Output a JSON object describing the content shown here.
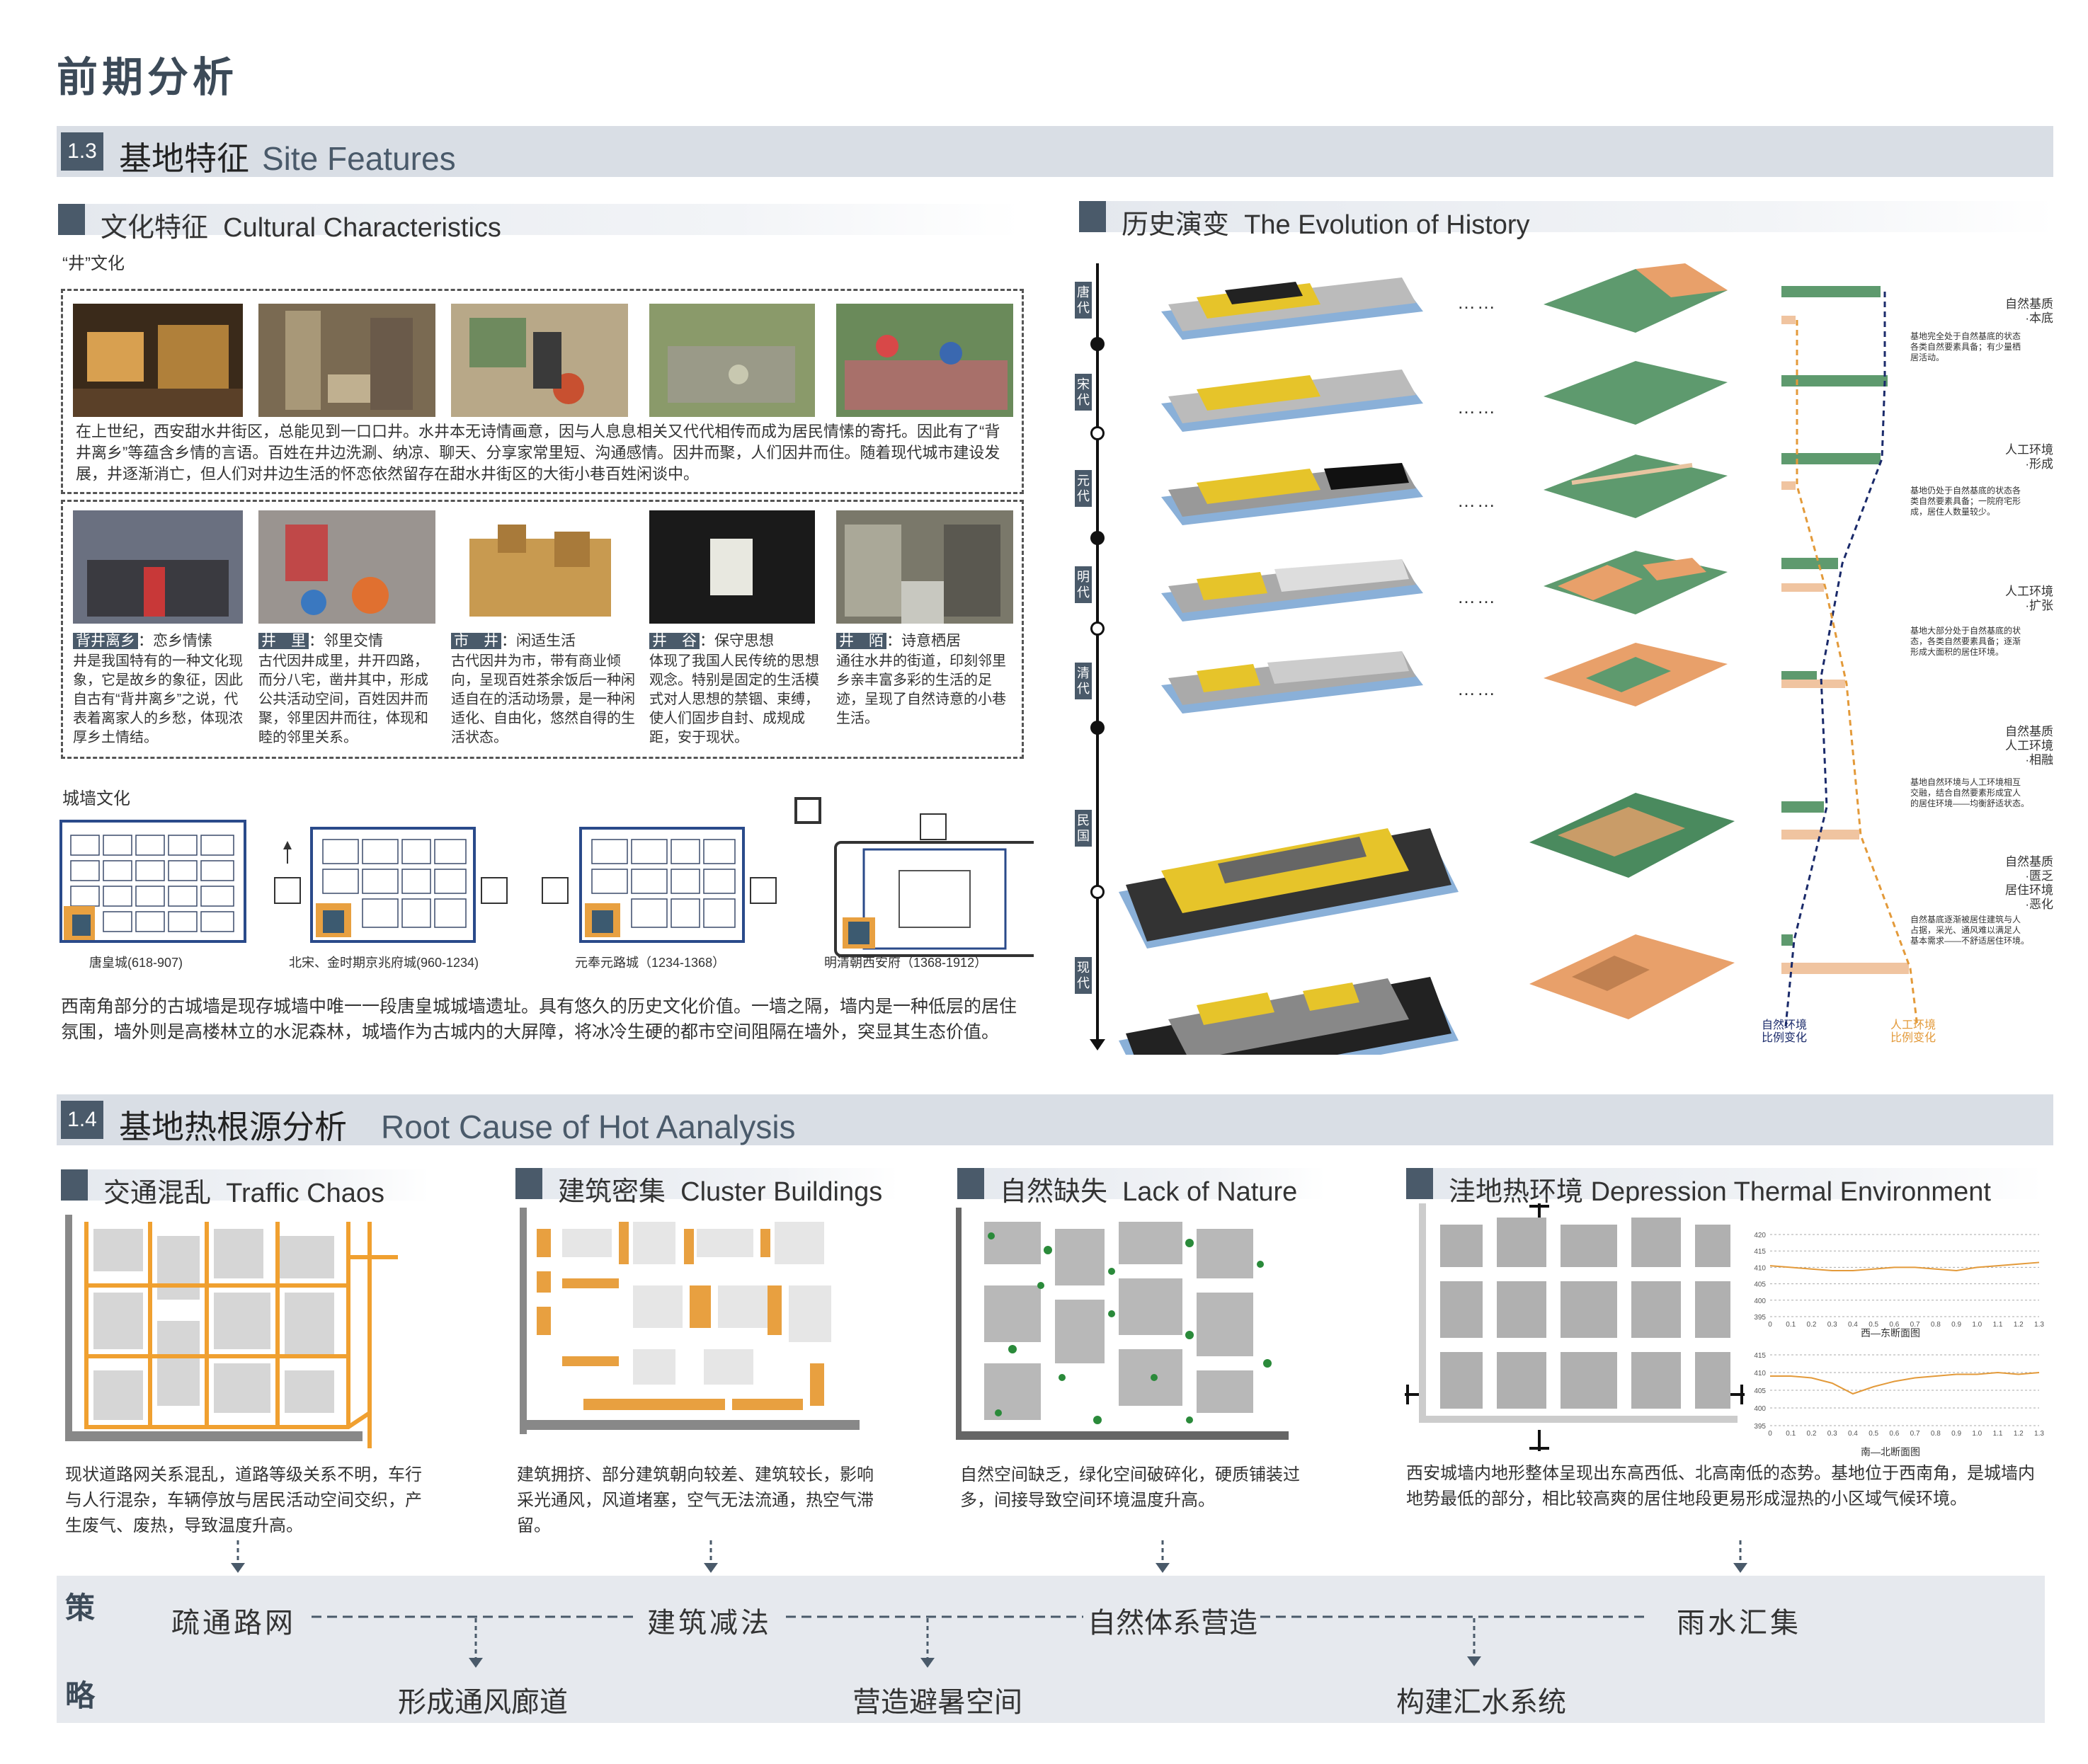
{
  "page_title": "前期分析",
  "section13": {
    "num": "1.3",
    "title": "基地特征",
    "title_en": "Site Features"
  },
  "cultural": {
    "title": "文化特征",
    "title_en": "Cultural Characteristics",
    "well_label": "“井”文化",
    "para1": "在上世纪，西安甜水井街区，总能见到一口口井。水井本无诗情画意，因与人息息相关又代代相传而成为居民情愫的寄托。因此有了“背井离乡”等蕴含乡情的言语。百姓在井边洗涮、纳凉、聊天、分享家常里短、沟通感情。因井而聚，人们因井而住。随着现代城市建设发展，井逐渐消亡，但人们对井边生活的怀恋依然留存在甜水井街区的大街小巷百姓闲谈中。",
    "cards": [
      {
        "head": "背井离乡",
        "sub": "恋乡情愫",
        "text": "井是我国特有的一种文化现象，它是故乡的象征，因此自古有“背井离乡”之说，代表着离家人的乡愁，体现浓厚乡土情结。"
      },
      {
        "head": "井　里",
        "sub": "邻里交情",
        "text": "古代因井成里，井开四路，而分八宅，凿井其中，形成公共活动空间，百姓因井而聚，邻里因井而往，体现和睦的邻里关系。"
      },
      {
        "head": "市　井",
        "sub": "闲适生活",
        "text": "古代因井为市，带有商业倾向，呈现百姓茶余饭后一种闲适自在的活动场景，是一种闲适化、自由化，悠然自得的生活状态。"
      },
      {
        "head": "井　谷",
        "sub": "保守思想",
        "text": "体现了我国人民传统的思想观念。特别是固定的生活模式对人思想的禁锢、束缚，使人们固步自封、成规成距，安于现状。"
      },
      {
        "head": "井　陌",
        "sub": "诗意栖居",
        "text": "通往水井的街道，印刻邻里乡亲丰富多彩的生活的足迹，呈现了自然诗意的小巷生活。"
      }
    ],
    "wall_label": "城墙文化",
    "walls": [
      {
        "caption": "唐皇城(618-907)"
      },
      {
        "caption": "北宋、金时期京兆府城(960-1234)"
      },
      {
        "caption": "元奉元路城（1234-1368）"
      },
      {
        "caption": "明清朝西安府（1368-1912）"
      }
    ],
    "wall_para": "西南角部分的古城墙是现存城墙中唯一一段唐皇城城墙遗址。具有悠久的历史文化价值。一墙之隔，墙内是一种低层的居住氛围，墙外则是高楼林立的水泥森林，城墙作为古城内的大屏障，将冰冷生硬的都市空间阻隔在墙外，突显其生态价值。"
  },
  "history": {
    "title": "历史演变",
    "title_en": "The Evolution of History",
    "eras": [
      "唐代",
      "宋代",
      "元代",
      "明代",
      "清代",
      "民国",
      "现代"
    ],
    "dots": "……",
    "annotations": [
      {
        "head": "自然基质\n·本底",
        "text": "基地完全处于自然基底的状态\n各类自然要素具备；有少量栖\n居活动。"
      },
      {
        "head": "人工环境\n·形成",
        "text": "基地仍处于自然基底的状态各\n类自然要素具备；一院府宅形\n成，居住人数量较少。"
      },
      {
        "head": "人工环境\n·扩张",
        "text": "基地大部分处于自然基底的状\n态，各类自然要素具备；逐渐\n形成大面积的居住环境。"
      },
      {
        "head": "自然基质\n人工环境\n·相融",
        "text": "基地自然环境与人工环境相互\n交融，结合自然要素形成宜人\n的居住环境——均衡舒适状态。"
      },
      {
        "head": "自然基质\n·匮乏\n居住环境\n·恶化",
        "text": "自然基底逐渐被居住建筑与人\n占据，采光、通风难以满足人\n基本需求——不舒适居住环境。"
      }
    ],
    "legend_nature": "自然环境\n比例变化",
    "legend_human": "人工环境\n比例变化",
    "colors": {
      "nature": "#5e9a6e",
      "human": "#e8a06a",
      "yellow": "#e6c42a"
    }
  },
  "section14": {
    "num": "1.4",
    "title": "基地热根源分析",
    "title_en": "Root Cause of Hot Aanalysis"
  },
  "causes": [
    {
      "title": "交通混乱",
      "title_en": "Traffic Chaos",
      "text": "现状道路网关系混乱，道路等级关系不明，车行与人行混杂，车辆停放与居民活动空间交织，产生废气、废热，导致温度升高。"
    },
    {
      "title": "建筑密集",
      "title_en": "Cluster Buildings",
      "text": "建筑拥挤、部分建筑朝向较差、建筑较长，影响采光通风，风道堵塞，空气无法流通，热空气滞留。"
    },
    {
      "title": "自然缺失",
      "title_en": "Lack of Nature",
      "text": "自然空间缺乏，绿化空间破碎化，硬质铺装过多，间接导致空间环境温度升高。"
    },
    {
      "title": "洼地热环境",
      "title_en": "Depression Thermal Environment",
      "text": "西安城墙内地形整体呈现出东高西低、北高南低的态势。基地位于西南角，是城墙内地势最低的部分，相比较高爽的居住地段更易形成湿热的小区域气候环境。"
    }
  ],
  "profile_charts": {
    "type": "line",
    "x_ticks": [
      "0",
      "0.1",
      "0.2",
      "0.3",
      "0.4",
      "0.5",
      "0.6",
      "0.7",
      "0.8",
      "0.9",
      "1.0",
      "1.1",
      "1.2",
      "1.3"
    ],
    "charts": [
      {
        "caption": "西—东断面图",
        "y_ticks": [
          "420",
          "415",
          "410",
          "405",
          "400",
          "395"
        ],
        "ylim": [
          395,
          420
        ],
        "x": [
          0,
          0.1,
          0.2,
          0.3,
          0.4,
          0.5,
          0.6,
          0.7,
          0.8,
          0.9,
          1.0,
          1.1,
          1.2,
          1.3
        ],
        "y": [
          410.5,
          410,
          409.5,
          409,
          409,
          409.5,
          410,
          410,
          409.5,
          409,
          410,
          410.5,
          411,
          411.5
        ]
      },
      {
        "caption": "南—北断面图",
        "y_ticks": [
          "415",
          "410",
          "405",
          "400",
          "395"
        ],
        "ylim": [
          395,
          415
        ],
        "x": [
          0,
          0.1,
          0.2,
          0.3,
          0.4,
          0.5,
          0.6,
          0.7,
          0.8,
          0.9,
          1.0,
          1.1,
          1.2,
          1.3
        ],
        "y": [
          409,
          409,
          408.5,
          407,
          404,
          406,
          407.5,
          408.5,
          409,
          409.5,
          409.5,
          410,
          409.5,
          410
        ]
      }
    ],
    "line_color": "#e39a3a"
  },
  "strategy": {
    "label_top": "策",
    "label_bottom": "略",
    "row1": [
      "疏通路网",
      "建筑减法",
      "自然体系营造",
      "雨水汇集"
    ],
    "row2": [
      "形成通风廊道",
      "营造避暑空间",
      "构建汇水系统"
    ]
  }
}
